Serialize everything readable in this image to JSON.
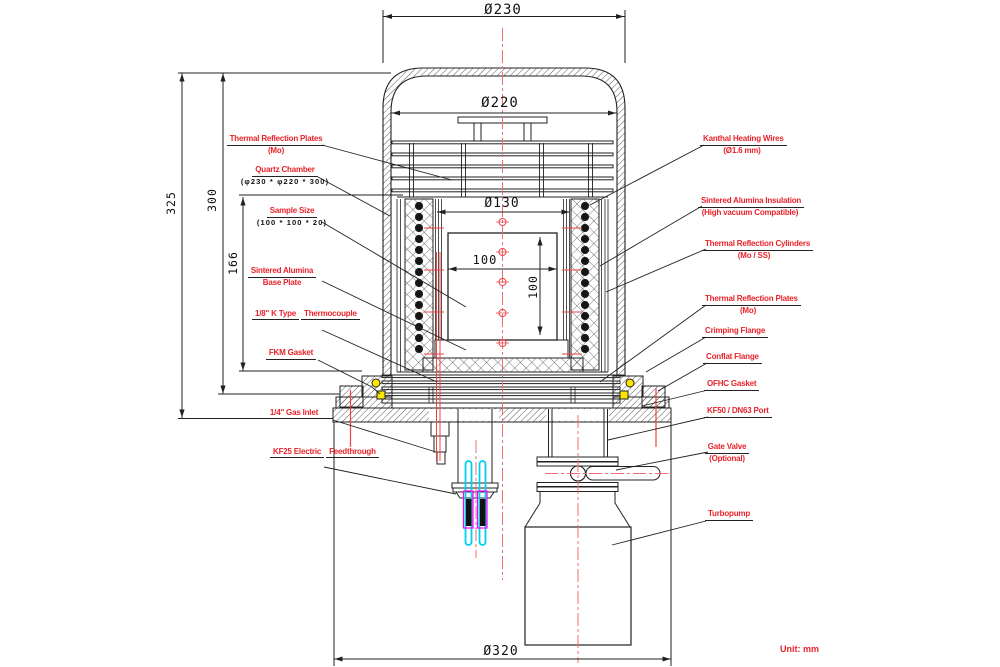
{
  "drawing": {
    "unit_note": "Unit: mm",
    "dimensions": {
      "outer_diameter": "Ø230",
      "inner_diameter": "Ø220",
      "cavity_diameter": "Ø130",
      "sample_width": "100",
      "sample_height": "100",
      "total_height": "325",
      "chamber_height": "300",
      "cavity_height": "166",
      "base_diameter": "Ø320"
    },
    "labels_left": [
      {
        "title": "Thermal Reflection Plates",
        "subtitle": "(Mo)"
      },
      {
        "title": "Quartz Chamber",
        "subtitle": "(φ230 * φ220 * 300)"
      },
      {
        "title": "Sample Size",
        "subtitle": "(100 * 100 * 20)"
      },
      {
        "title": "Sintered Alumina",
        "subtitle": "Base Plate"
      },
      {
        "title": "1/8\" K Type",
        "subtitle": "Thermocouple"
      },
      {
        "title": "FKM Gasket",
        "subtitle": ""
      },
      {
        "title": "1/4\" Gas Inlet",
        "subtitle": ""
      },
      {
        "title": "KF25 Electric",
        "subtitle": "Feedthrough"
      }
    ],
    "labels_right": [
      {
        "title": "Kanthal Heating Wires",
        "subtitle": "(Ø1.6 mm)"
      },
      {
        "title": "Sintered Alumina Insulation",
        "subtitle": "(High vacuum Compatible)"
      },
      {
        "title": "Thermal Reflection Cylinders",
        "subtitle": "(Mo / SS)"
      },
      {
        "title": "Thermal Reflection Plates",
        "subtitle": "(Mo)"
      },
      {
        "title": "Crimping Flange",
        "subtitle": ""
      },
      {
        "title": "Conflat Flange",
        "subtitle": ""
      },
      {
        "title": "OFHC Gasket",
        "subtitle": ""
      },
      {
        "title": "KF50 / DN63 Port",
        "subtitle": ""
      },
      {
        "title": "Gate Valve",
        "subtitle": "(Optional)"
      },
      {
        "title": "Turbopump",
        "subtitle": ""
      }
    ],
    "colors": {
      "label_red": "#e8232a",
      "centerline_red": "#f26d6d",
      "line_black": "#222222",
      "gasket_yellow": "#ffe600",
      "pin_cyan": "#00d0f0",
      "connector_magenta": "#ff00ff"
    }
  }
}
